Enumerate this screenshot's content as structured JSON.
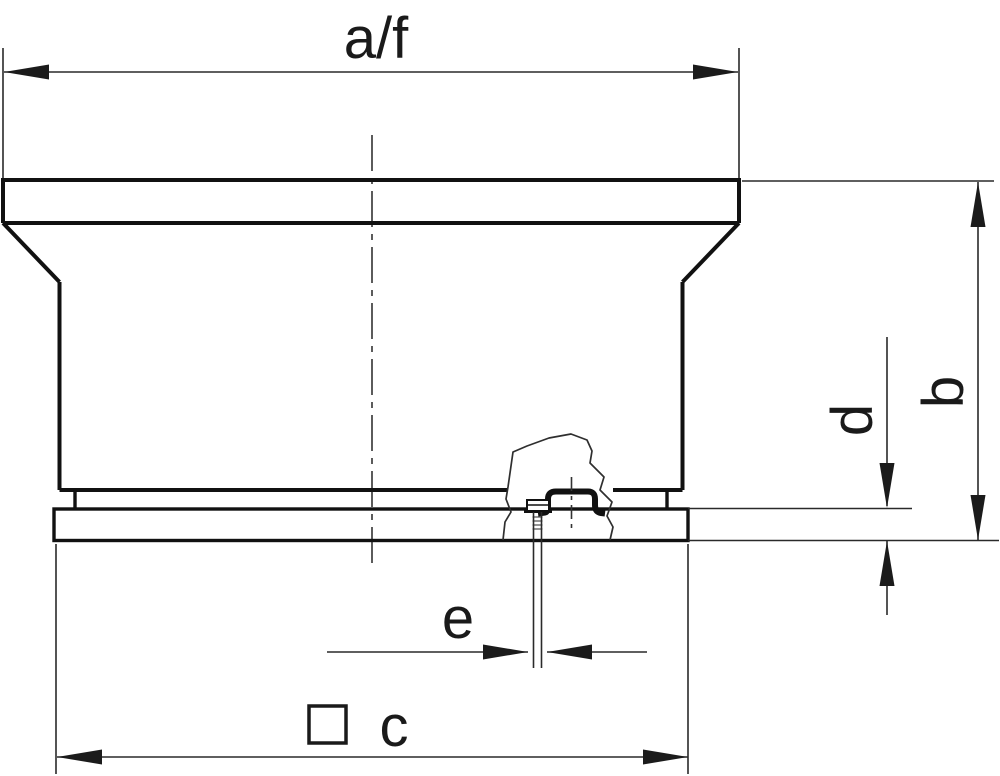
{
  "drawing": {
    "labels": {
      "width_top": "a/f",
      "height": "b",
      "base_width": "c",
      "plate_thickness": "d",
      "screw_offset": "e"
    },
    "symbols": {
      "square": "□"
    },
    "colors": {
      "line": "#1a1a1a",
      "background": "#ffffff"
    }
  }
}
